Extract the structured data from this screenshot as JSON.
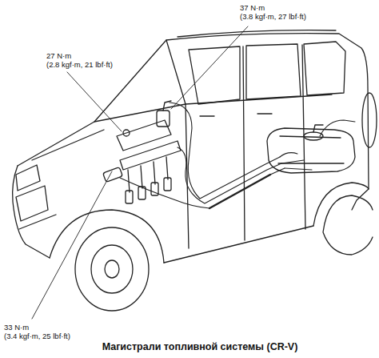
{
  "diagram": {
    "caption": "Магистрали топливной системы (CR-V)",
    "labels": [
      "37 N·m",
      "(3.8 kgf·m, 27 lbf·ft)",
      "27 N·m",
      "(2.8 kgf·m, 21 lbf·ft)",
      "33 N·m",
      "(3.4 kgf·m, 25 lbf·ft)"
    ]
  }
}
